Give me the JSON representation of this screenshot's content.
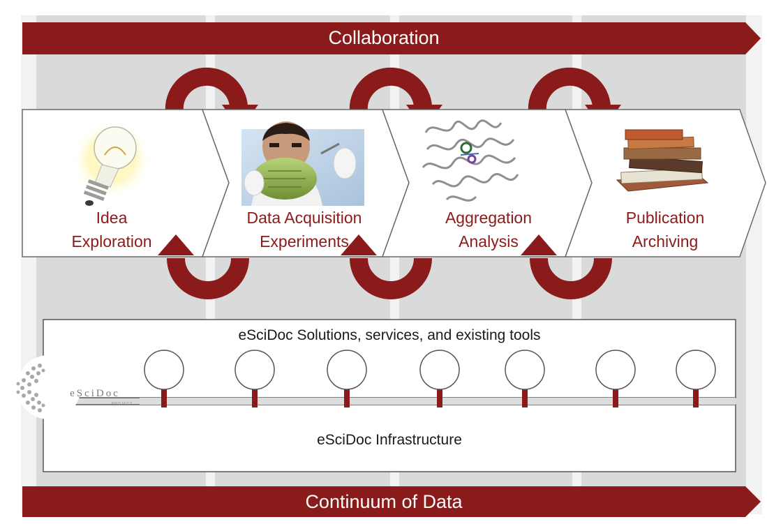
{
  "colors": {
    "accent": "#8b1a1a",
    "background_columns": "#d9d9d9",
    "box_border": "#666666"
  },
  "banners": {
    "top": "Collaboration",
    "bottom": "Continuum of Data"
  },
  "stages": [
    {
      "line1": "Idea",
      "line2": "Exploration",
      "icon": "lightbulb-icon"
    },
    {
      "line1": "Data Acquisition",
      "line2": "Experiments",
      "icon": "scientist-icon"
    },
    {
      "line1": "Aggregation",
      "line2": "Analysis",
      "icon": "protein-structure-icon"
    },
    {
      "line1": "Publication",
      "line2": "Archiving",
      "icon": "books-icon"
    }
  ],
  "solutions_box": {
    "label": "eSciDoc Solutions, services, and existing tools",
    "connector_count": 7
  },
  "infrastructure_box": {
    "label": "eSciDoc Infrastructure"
  },
  "logo": {
    "text": "eSciDoc",
    "subtext": "PROJECT"
  }
}
